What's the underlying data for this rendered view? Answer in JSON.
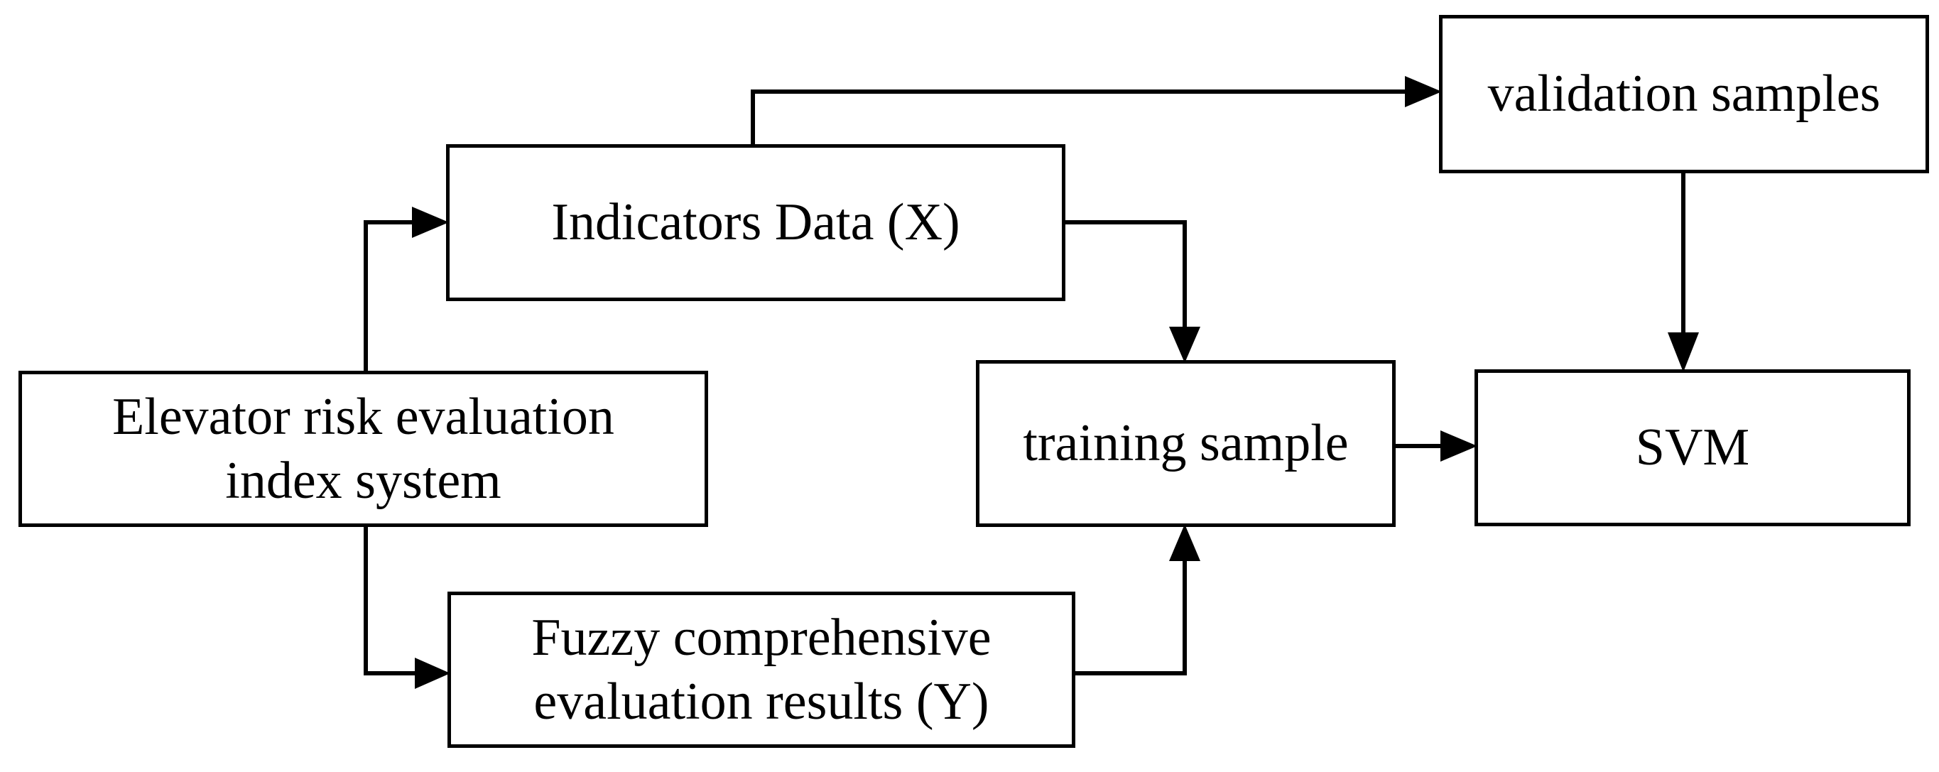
{
  "diagram": {
    "colors": {
      "background": "#ffffff",
      "line": "#000000",
      "text": "#000000"
    },
    "nodes": {
      "elevator": {
        "lines": [
          "Elevator risk evaluation",
          "index system"
        ]
      },
      "indicators": {
        "lines": [
          "Indicators Data (X)"
        ]
      },
      "fuzzy": {
        "lines": [
          "Fuzzy comprehensive",
          "evaluation results (Y)"
        ]
      },
      "validation": {
        "lines": [
          "validation samples"
        ]
      },
      "training": {
        "lines": [
          "training sample"
        ]
      },
      "svm": {
        "lines": [
          "SVM"
        ]
      }
    },
    "edges": [
      {
        "from": "elevator",
        "to": "indicators"
      },
      {
        "from": "elevator",
        "to": "fuzzy"
      },
      {
        "from": "indicators",
        "to": "validation"
      },
      {
        "from": "indicators",
        "to": "training"
      },
      {
        "from": "fuzzy",
        "to": "training"
      },
      {
        "from": "training",
        "to": "svm"
      },
      {
        "from": "validation",
        "to": "svm"
      }
    ]
  }
}
